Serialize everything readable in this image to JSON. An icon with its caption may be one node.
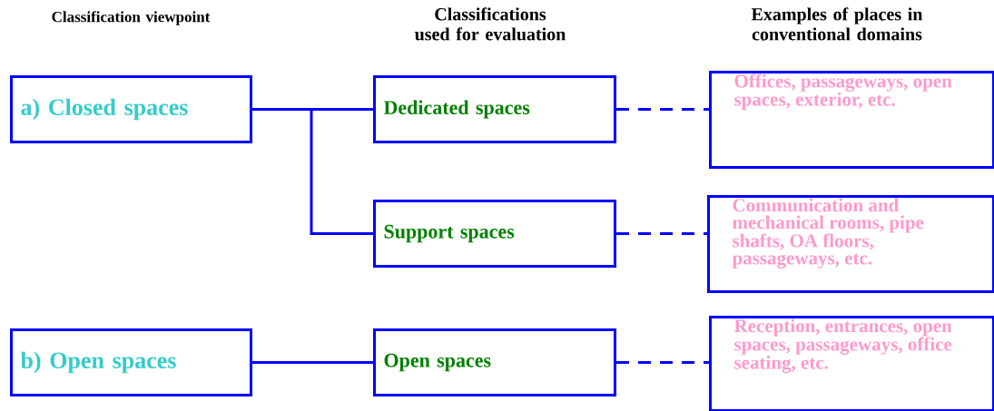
{
  "diagram": {
    "nodes": [
      {
        "text": [
          "a) Closed spaces"
        ]
      },
      {
        "text": [
          "Dedicated spaces"
        ]
      },
      {
        "text": [
          "Offices, passageways, open spaces, exterior, etc."
        ]
      },
      {
        "text": [
          "Support spaces"
        ]
      },
      {
        "text": [
          "Communication and mechanical rooms, pipe shafts, OA floors, passageways, etc."
        ]
      },
      {
        "text": [
          "b) Open spaces"
        ]
      },
      {
        "text": [
          "Open spaces"
        ]
      },
      {
        "text": [
          "Reception, entrances, open spaces, passageways, office seating, etc."
        ]
      }
    ],
    "edges": [
      {
        "from": 0,
        "to": 1,
        "arrow": "none"
      },
      {
        "from": 0,
        "to": 3,
        "arrow": "none"
      },
      {
        "from": 1,
        "to": 2,
        "arrow": "none",
        "style": "dashed"
      },
      {
        "from": 3,
        "to": 4,
        "arrow": "none",
        "style": "dashed"
      },
      {
        "from": 5,
        "to": 6,
        "arrow": "none"
      },
      {
        "from": 6,
        "to": 7,
        "arrow": "none",
        "style": "dashed"
      }
    ],
    "labels": [
      "Classification viewpoint",
      "Classifications used for evaluation",
      "Examples of places in conventional domains"
    ]
  }
}
